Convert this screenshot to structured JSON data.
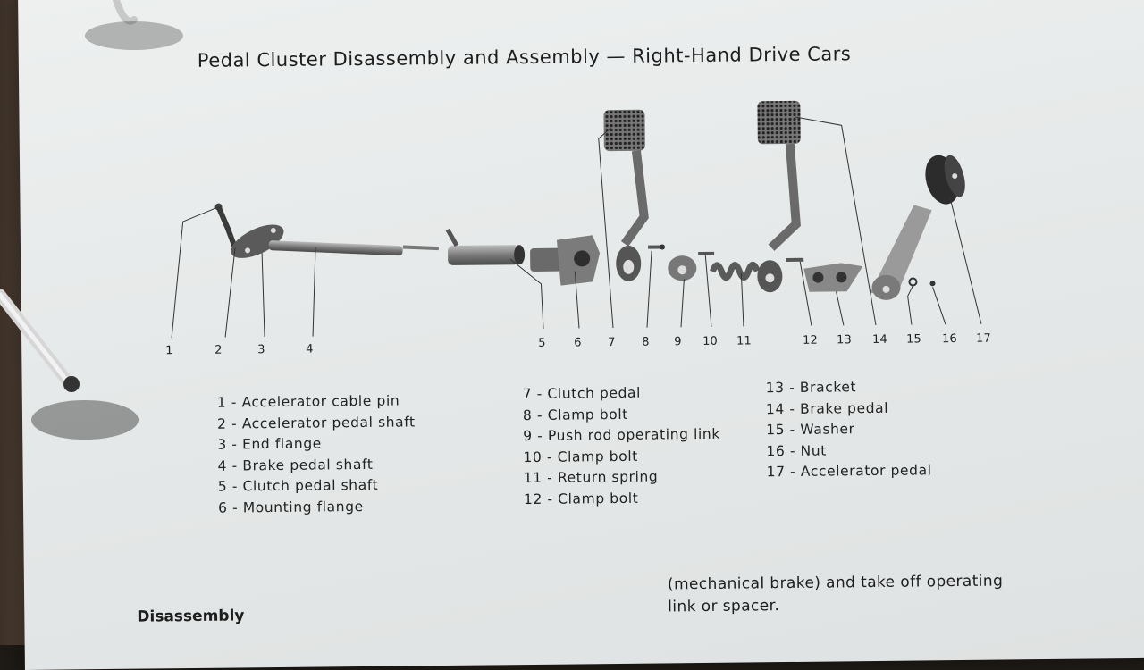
{
  "page": {
    "title": "Pedal Cluster Disassembly and Assembly — Right-Hand Drive Cars"
  },
  "callouts": [
    "1",
    "2",
    "3",
    "4",
    "5",
    "6",
    "7",
    "8",
    "9",
    "10",
    "11",
    "12",
    "13",
    "14",
    "15",
    "16",
    "17"
  ],
  "legend": {
    "col1": [
      "1 - Accelerator cable pin",
      "2 - Accelerator pedal shaft",
      "3 - End flange",
      "4 - Brake pedal shaft",
      "5 - Clutch pedal shaft",
      "6 - Mounting flange"
    ],
    "col2": [
      "7 - Clutch pedal",
      "8 - Clamp bolt",
      "9 - Push rod operating link",
      "10 - Clamp bolt",
      "11 - Return spring",
      "12 - Clamp bolt"
    ],
    "col3": [
      "13 - Bracket",
      "14 - Brake pedal",
      "15 - Washer",
      "16 - Nut",
      "17 - Accelerator pedal"
    ]
  },
  "section": {
    "heading": "Disassembly",
    "body_line1": "(mechanical brake) and take off operating",
    "body_line2": "link or spacer."
  },
  "colors": {
    "paper": "#e6e9e9",
    "ink": "#1d1d1d",
    "part_dark": "#3a3a3a",
    "part_mid": "#8a8a8a"
  }
}
